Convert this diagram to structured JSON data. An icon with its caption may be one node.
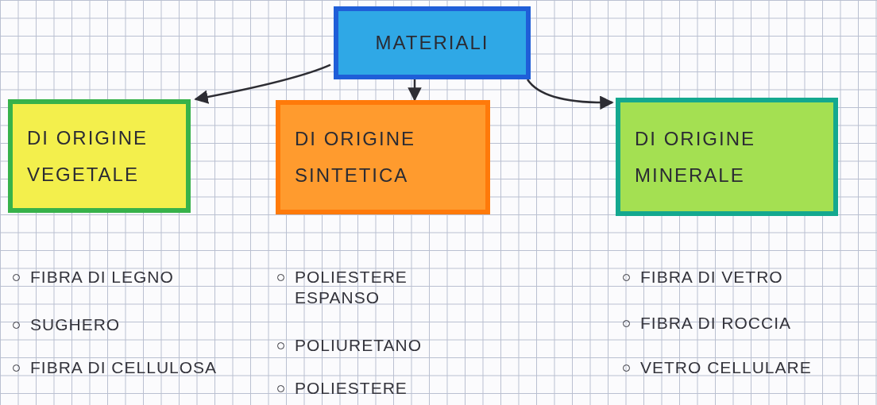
{
  "diagram": {
    "nodes": [
      {
        "text": [
          "MATERIALI"
        ]
      },
      {
        "text": [
          "DI ORIGINE VEGETALE"
        ]
      },
      {
        "text": [
          "DI ORIGINE SINTETICA"
        ]
      },
      {
        "text": [
          "DI ORIGINE MINERALE"
        ]
      }
    ],
    "edges": [
      {
        "from": 0,
        "to": 1,
        "arrow": "to"
      },
      {
        "from": 0,
        "to": 2,
        "arrow": "to"
      },
      {
        "from": 0,
        "to": 3,
        "arrow": "to"
      }
    ],
    "labels": [
      "FIBRA DI LEGNO",
      "SUGHERO",
      "FIBRA DI CELLULOSA",
      "POLIESTERE ESPANSO",
      "POLIURETANO",
      "POLIESTERE",
      "FIBRA DI VETRO",
      "FIBRA DI ROCCIA",
      "VETRO CELLULARE"
    ]
  }
}
